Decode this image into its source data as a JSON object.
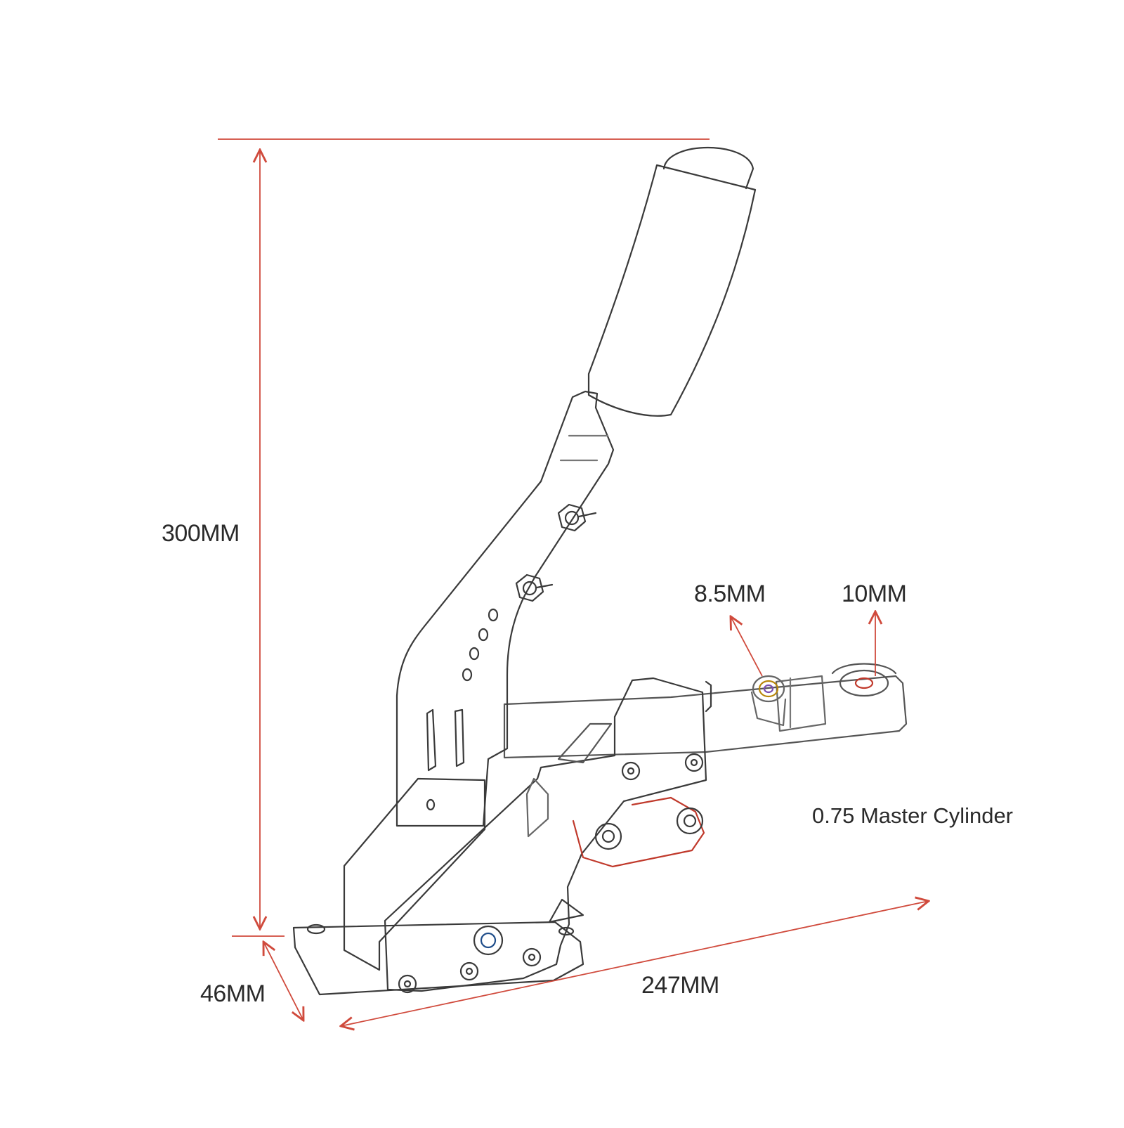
{
  "diagram": {
    "dimensions": {
      "height": "300MM",
      "depth": "46MM",
      "length": "247MM",
      "port_small": "8.5MM",
      "port_large": "10MM"
    },
    "component_note": "0.75 Master Cylinder",
    "colors": {
      "dimension_line": "#d04a3c",
      "outline": "#3a3a3a",
      "background": "#ffffff"
    }
  }
}
